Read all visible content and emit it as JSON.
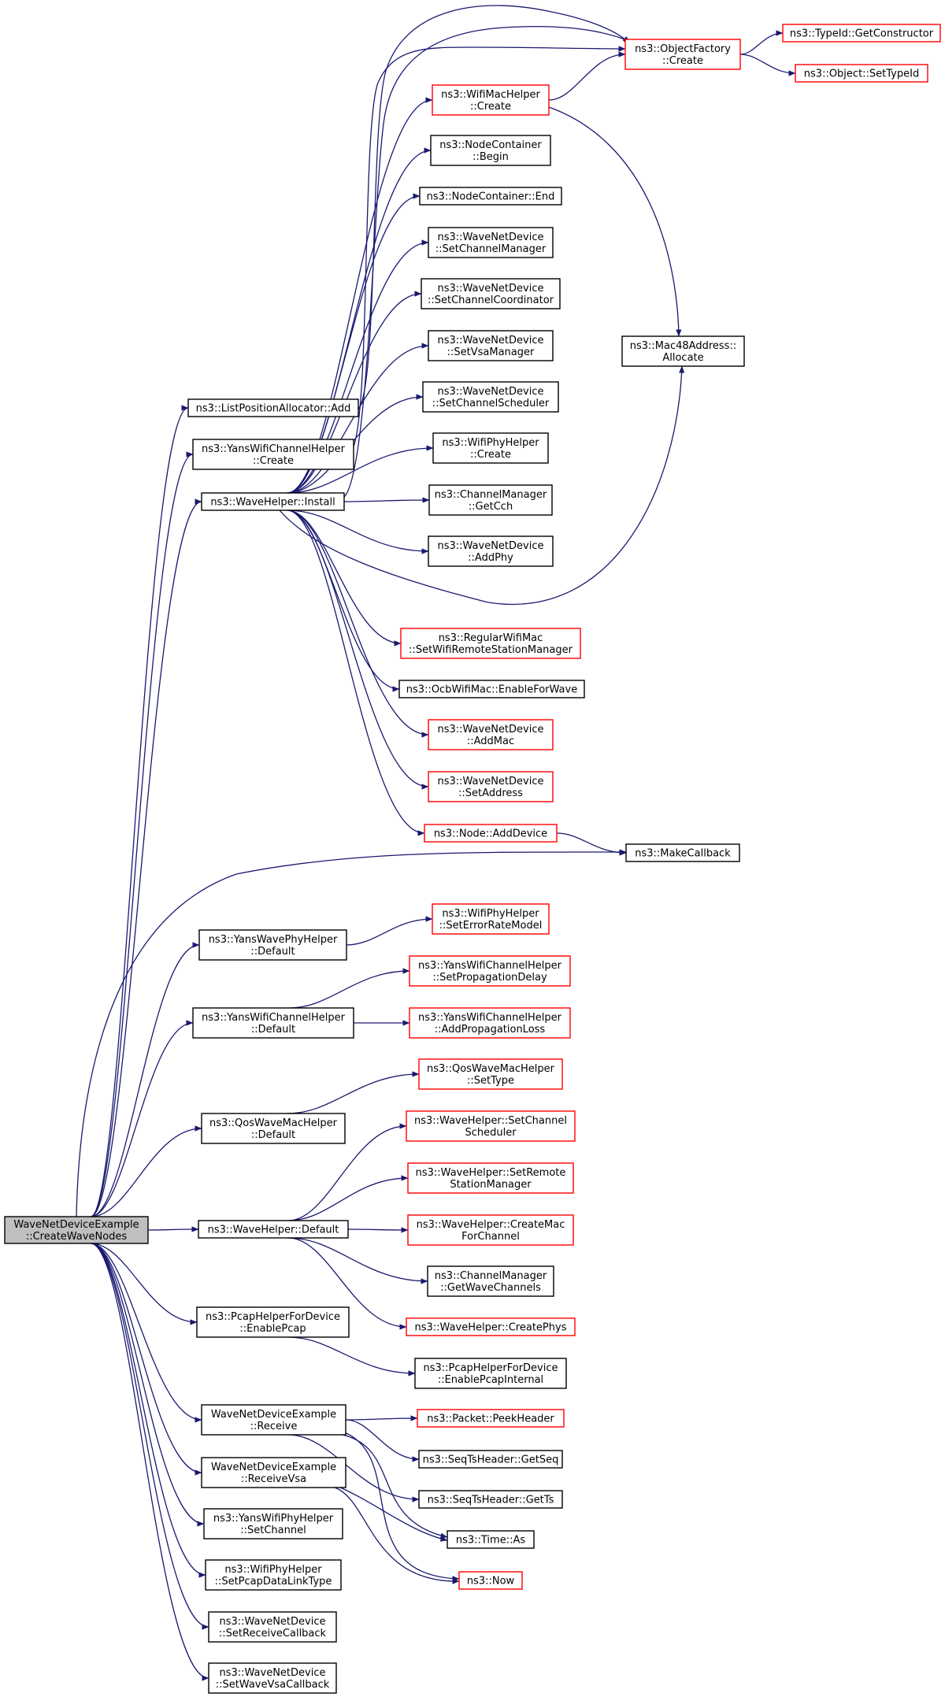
{
  "colors": {
    "edge": "#191970",
    "node_border": "#000000",
    "node_border_external": "#ff0000",
    "node_fill": "#ffffff",
    "root_fill": "#bfbfbf"
  },
  "nodes": [
    {
      "id": "root",
      "lines": [
        "WaveNetDeviceExample",
        "::CreateWaveNodes"
      ],
      "style": "root"
    },
    {
      "id": "lpa_add",
      "lines": [
        "ns3::ListPositionAllocator::Add"
      ],
      "style": "normal"
    },
    {
      "id": "ywch_create",
      "lines": [
        "ns3::YansWifiChannelHelper",
        "::Create"
      ],
      "style": "normal"
    },
    {
      "id": "wh_install",
      "lines": [
        "ns3::WaveHelper::Install"
      ],
      "style": "normal"
    },
    {
      "id": "of_create",
      "lines": [
        "ns3::ObjectFactory",
        "::Create"
      ],
      "style": "red"
    },
    {
      "id": "typeid_getctor",
      "lines": [
        "ns3::TypeId::GetConstructor"
      ],
      "style": "red"
    },
    {
      "id": "obj_settypeid",
      "lines": [
        "ns3::Object::SetTypeId"
      ],
      "style": "red"
    },
    {
      "id": "wmh_create",
      "lines": [
        "ns3::WifiMacHelper",
        "::Create"
      ],
      "style": "red"
    },
    {
      "id": "nc_begin",
      "lines": [
        "ns3::NodeContainer",
        "::Begin"
      ],
      "style": "normal"
    },
    {
      "id": "nc_end",
      "lines": [
        "ns3::NodeContainer::End"
      ],
      "style": "normal"
    },
    {
      "id": "wnd_setcm",
      "lines": [
        "ns3::WaveNetDevice",
        "::SetChannelManager"
      ],
      "style": "normal"
    },
    {
      "id": "wnd_setcc",
      "lines": [
        "ns3::WaveNetDevice",
        "::SetChannelCoordinator"
      ],
      "style": "normal"
    },
    {
      "id": "wnd_setvsa",
      "lines": [
        "ns3::WaveNetDevice",
        "::SetVsaManager"
      ],
      "style": "normal"
    },
    {
      "id": "wnd_setcs",
      "lines": [
        "ns3::WaveNetDevice",
        "::SetChannelScheduler"
      ],
      "style": "normal"
    },
    {
      "id": "wph_create",
      "lines": [
        "ns3::WifiPhyHelper",
        "::Create"
      ],
      "style": "normal"
    },
    {
      "id": "cm_getcch",
      "lines": [
        "ns3::ChannelManager",
        "::GetCch"
      ],
      "style": "normal"
    },
    {
      "id": "wnd_addphy",
      "lines": [
        "ns3::WaveNetDevice",
        "::AddPhy"
      ],
      "style": "normal"
    },
    {
      "id": "mac48_alloc",
      "lines": [
        "ns3::Mac48Address::",
        "Allocate"
      ],
      "style": "normal"
    },
    {
      "id": "rwm_setrsm",
      "lines": [
        "ns3::RegularWifiMac",
        "::SetWifiRemoteStationManager"
      ],
      "style": "red"
    },
    {
      "id": "ocb_enable",
      "lines": [
        "ns3::OcbWifiMac::EnableForWave"
      ],
      "style": "normal"
    },
    {
      "id": "wnd_addmac",
      "lines": [
        "ns3::WaveNetDevice",
        "::AddMac"
      ],
      "style": "red"
    },
    {
      "id": "wnd_setaddr",
      "lines": [
        "ns3::WaveNetDevice",
        "::SetAddress"
      ],
      "style": "red"
    },
    {
      "id": "node_adddev",
      "lines": [
        "ns3::Node::AddDevice"
      ],
      "style": "red"
    },
    {
      "id": "makecb",
      "lines": [
        "ns3::MakeCallback"
      ],
      "style": "normal"
    },
    {
      "id": "ywph_default",
      "lines": [
        "ns3::YansWavePhyHelper",
        "::Default"
      ],
      "style": "normal"
    },
    {
      "id": "wph_seterm",
      "lines": [
        "ns3::WifiPhyHelper",
        "::SetErrorRateModel"
      ],
      "style": "red"
    },
    {
      "id": "ywch_default",
      "lines": [
        "ns3::YansWifiChannelHelper",
        "::Default"
      ],
      "style": "normal"
    },
    {
      "id": "ywch_setpd",
      "lines": [
        "ns3::YansWifiChannelHelper",
        "::SetPropagationDelay"
      ],
      "style": "red"
    },
    {
      "id": "ywch_addpl",
      "lines": [
        "ns3::YansWifiChannelHelper",
        "::AddPropagationLoss"
      ],
      "style": "red"
    },
    {
      "id": "qwmh_default",
      "lines": [
        "ns3::QosWaveMacHelper",
        "::Default"
      ],
      "style": "normal"
    },
    {
      "id": "qwmh_settype",
      "lines": [
        "ns3::QosWaveMacHelper",
        "::SetType"
      ],
      "style": "red"
    },
    {
      "id": "wh_default",
      "lines": [
        "ns3::WaveHelper::Default"
      ],
      "style": "normal"
    },
    {
      "id": "wh_setcs",
      "lines": [
        "ns3::WaveHelper::SetChannel",
        "Scheduler"
      ],
      "style": "red"
    },
    {
      "id": "wh_setrsm",
      "lines": [
        "ns3::WaveHelper::SetRemote",
        "StationManager"
      ],
      "style": "red"
    },
    {
      "id": "wh_createmac",
      "lines": [
        "ns3::WaveHelper::CreateMac",
        "ForChannel"
      ],
      "style": "red"
    },
    {
      "id": "cm_getwc",
      "lines": [
        "ns3::ChannelManager",
        "::GetWaveChannels"
      ],
      "style": "normal"
    },
    {
      "id": "wh_createphys",
      "lines": [
        "ns3::WaveHelper::CreatePhys"
      ],
      "style": "red"
    },
    {
      "id": "phfd_enable",
      "lines": [
        "ns3::PcapHelperForDevice",
        "::EnablePcap"
      ],
      "style": "normal"
    },
    {
      "id": "phfd_enableint",
      "lines": [
        "ns3::PcapHelperForDevice",
        "::EnablePcapInternal"
      ],
      "style": "normal"
    },
    {
      "id": "wnde_receive",
      "lines": [
        "WaveNetDeviceExample",
        "::Receive"
      ],
      "style": "normal"
    },
    {
      "id": "pkt_peek",
      "lines": [
        "ns3::Packet::PeekHeader"
      ],
      "style": "red"
    },
    {
      "id": "sth_getseq",
      "lines": [
        "ns3::SeqTsHeader::GetSeq"
      ],
      "style": "normal"
    },
    {
      "id": "sth_getts",
      "lines": [
        "ns3::SeqTsHeader::GetTs"
      ],
      "style": "normal"
    },
    {
      "id": "wnde_recvvsa",
      "lines": [
        "WaveNetDeviceExample",
        "::ReceiveVsa"
      ],
      "style": "normal"
    },
    {
      "id": "time_as",
      "lines": [
        "ns3::Time::As"
      ],
      "style": "normal"
    },
    {
      "id": "now",
      "lines": [
        "ns3::Now"
      ],
      "style": "red"
    },
    {
      "id": "ywph_setch",
      "lines": [
        "ns3::YansWifiPhyHelper",
        "::SetChannel"
      ],
      "style": "normal"
    },
    {
      "id": "wph_setpcap",
      "lines": [
        "ns3::WifiPhyHelper",
        "::SetPcapDataLinkType"
      ],
      "style": "normal"
    },
    {
      "id": "wnd_setrecvcb",
      "lines": [
        "ns3::WaveNetDevice",
        "::SetReceiveCallback"
      ],
      "style": "normal"
    },
    {
      "id": "wnd_setvsacb",
      "lines": [
        "ns3::WaveNetDevice",
        "::SetWaveVsaCallback"
      ],
      "style": "normal"
    }
  ],
  "edges": [
    [
      "root",
      "lpa_add"
    ],
    [
      "root",
      "ywch_create"
    ],
    [
      "root",
      "wh_install"
    ],
    [
      "root",
      "makecb"
    ],
    [
      "root",
      "ywph_default"
    ],
    [
      "root",
      "ywch_default"
    ],
    [
      "root",
      "qwmh_default"
    ],
    [
      "root",
      "wh_default"
    ],
    [
      "root",
      "phfd_enable"
    ],
    [
      "root",
      "wnde_receive"
    ],
    [
      "root",
      "wnde_recvvsa"
    ],
    [
      "root",
      "ywph_setch"
    ],
    [
      "root",
      "wph_setpcap"
    ],
    [
      "root",
      "wnd_setrecvcb"
    ],
    [
      "root",
      "wnd_setvsacb"
    ],
    [
      "lpa_add",
      "of_create"
    ],
    [
      "ywch_create",
      "of_create"
    ],
    [
      "wh_install",
      "of_create"
    ],
    [
      "wh_install",
      "wmh_create"
    ],
    [
      "wh_install",
      "nc_begin"
    ],
    [
      "wh_install",
      "nc_end"
    ],
    [
      "wh_install",
      "wnd_setcm"
    ],
    [
      "wh_install",
      "wnd_setcc"
    ],
    [
      "wh_install",
      "wnd_setvsa"
    ],
    [
      "wh_install",
      "wnd_setcs"
    ],
    [
      "wh_install",
      "wph_create"
    ],
    [
      "wh_install",
      "cm_getcch"
    ],
    [
      "wh_install",
      "wnd_addphy"
    ],
    [
      "wh_install",
      "mac48_alloc"
    ],
    [
      "wh_install",
      "rwm_setrsm"
    ],
    [
      "wh_install",
      "ocb_enable"
    ],
    [
      "wh_install",
      "wnd_addmac"
    ],
    [
      "wh_install",
      "wnd_setaddr"
    ],
    [
      "wh_install",
      "node_adddev"
    ],
    [
      "of_create",
      "typeid_getctor"
    ],
    [
      "of_create",
      "obj_settypeid"
    ],
    [
      "wmh_create",
      "of_create"
    ],
    [
      "wmh_create",
      "mac48_alloc"
    ],
    [
      "node_adddev",
      "makecb"
    ],
    [
      "ywph_default",
      "wph_seterm"
    ],
    [
      "ywch_default",
      "ywch_setpd"
    ],
    [
      "ywch_default",
      "ywch_addpl"
    ],
    [
      "qwmh_default",
      "qwmh_settype"
    ],
    [
      "wh_default",
      "wh_setcs"
    ],
    [
      "wh_default",
      "wh_setrsm"
    ],
    [
      "wh_default",
      "wh_createmac"
    ],
    [
      "wh_default",
      "cm_getwc"
    ],
    [
      "wh_default",
      "wh_createphys"
    ],
    [
      "phfd_enable",
      "phfd_enableint"
    ],
    [
      "wnde_receive",
      "pkt_peek"
    ],
    [
      "wnde_receive",
      "sth_getseq"
    ],
    [
      "wnde_receive",
      "sth_getts"
    ],
    [
      "wnde_receive",
      "time_as"
    ],
    [
      "wnde_receive",
      "now"
    ],
    [
      "wnde_recvvsa",
      "time_as"
    ],
    [
      "wnde_recvvsa",
      "now"
    ]
  ]
}
